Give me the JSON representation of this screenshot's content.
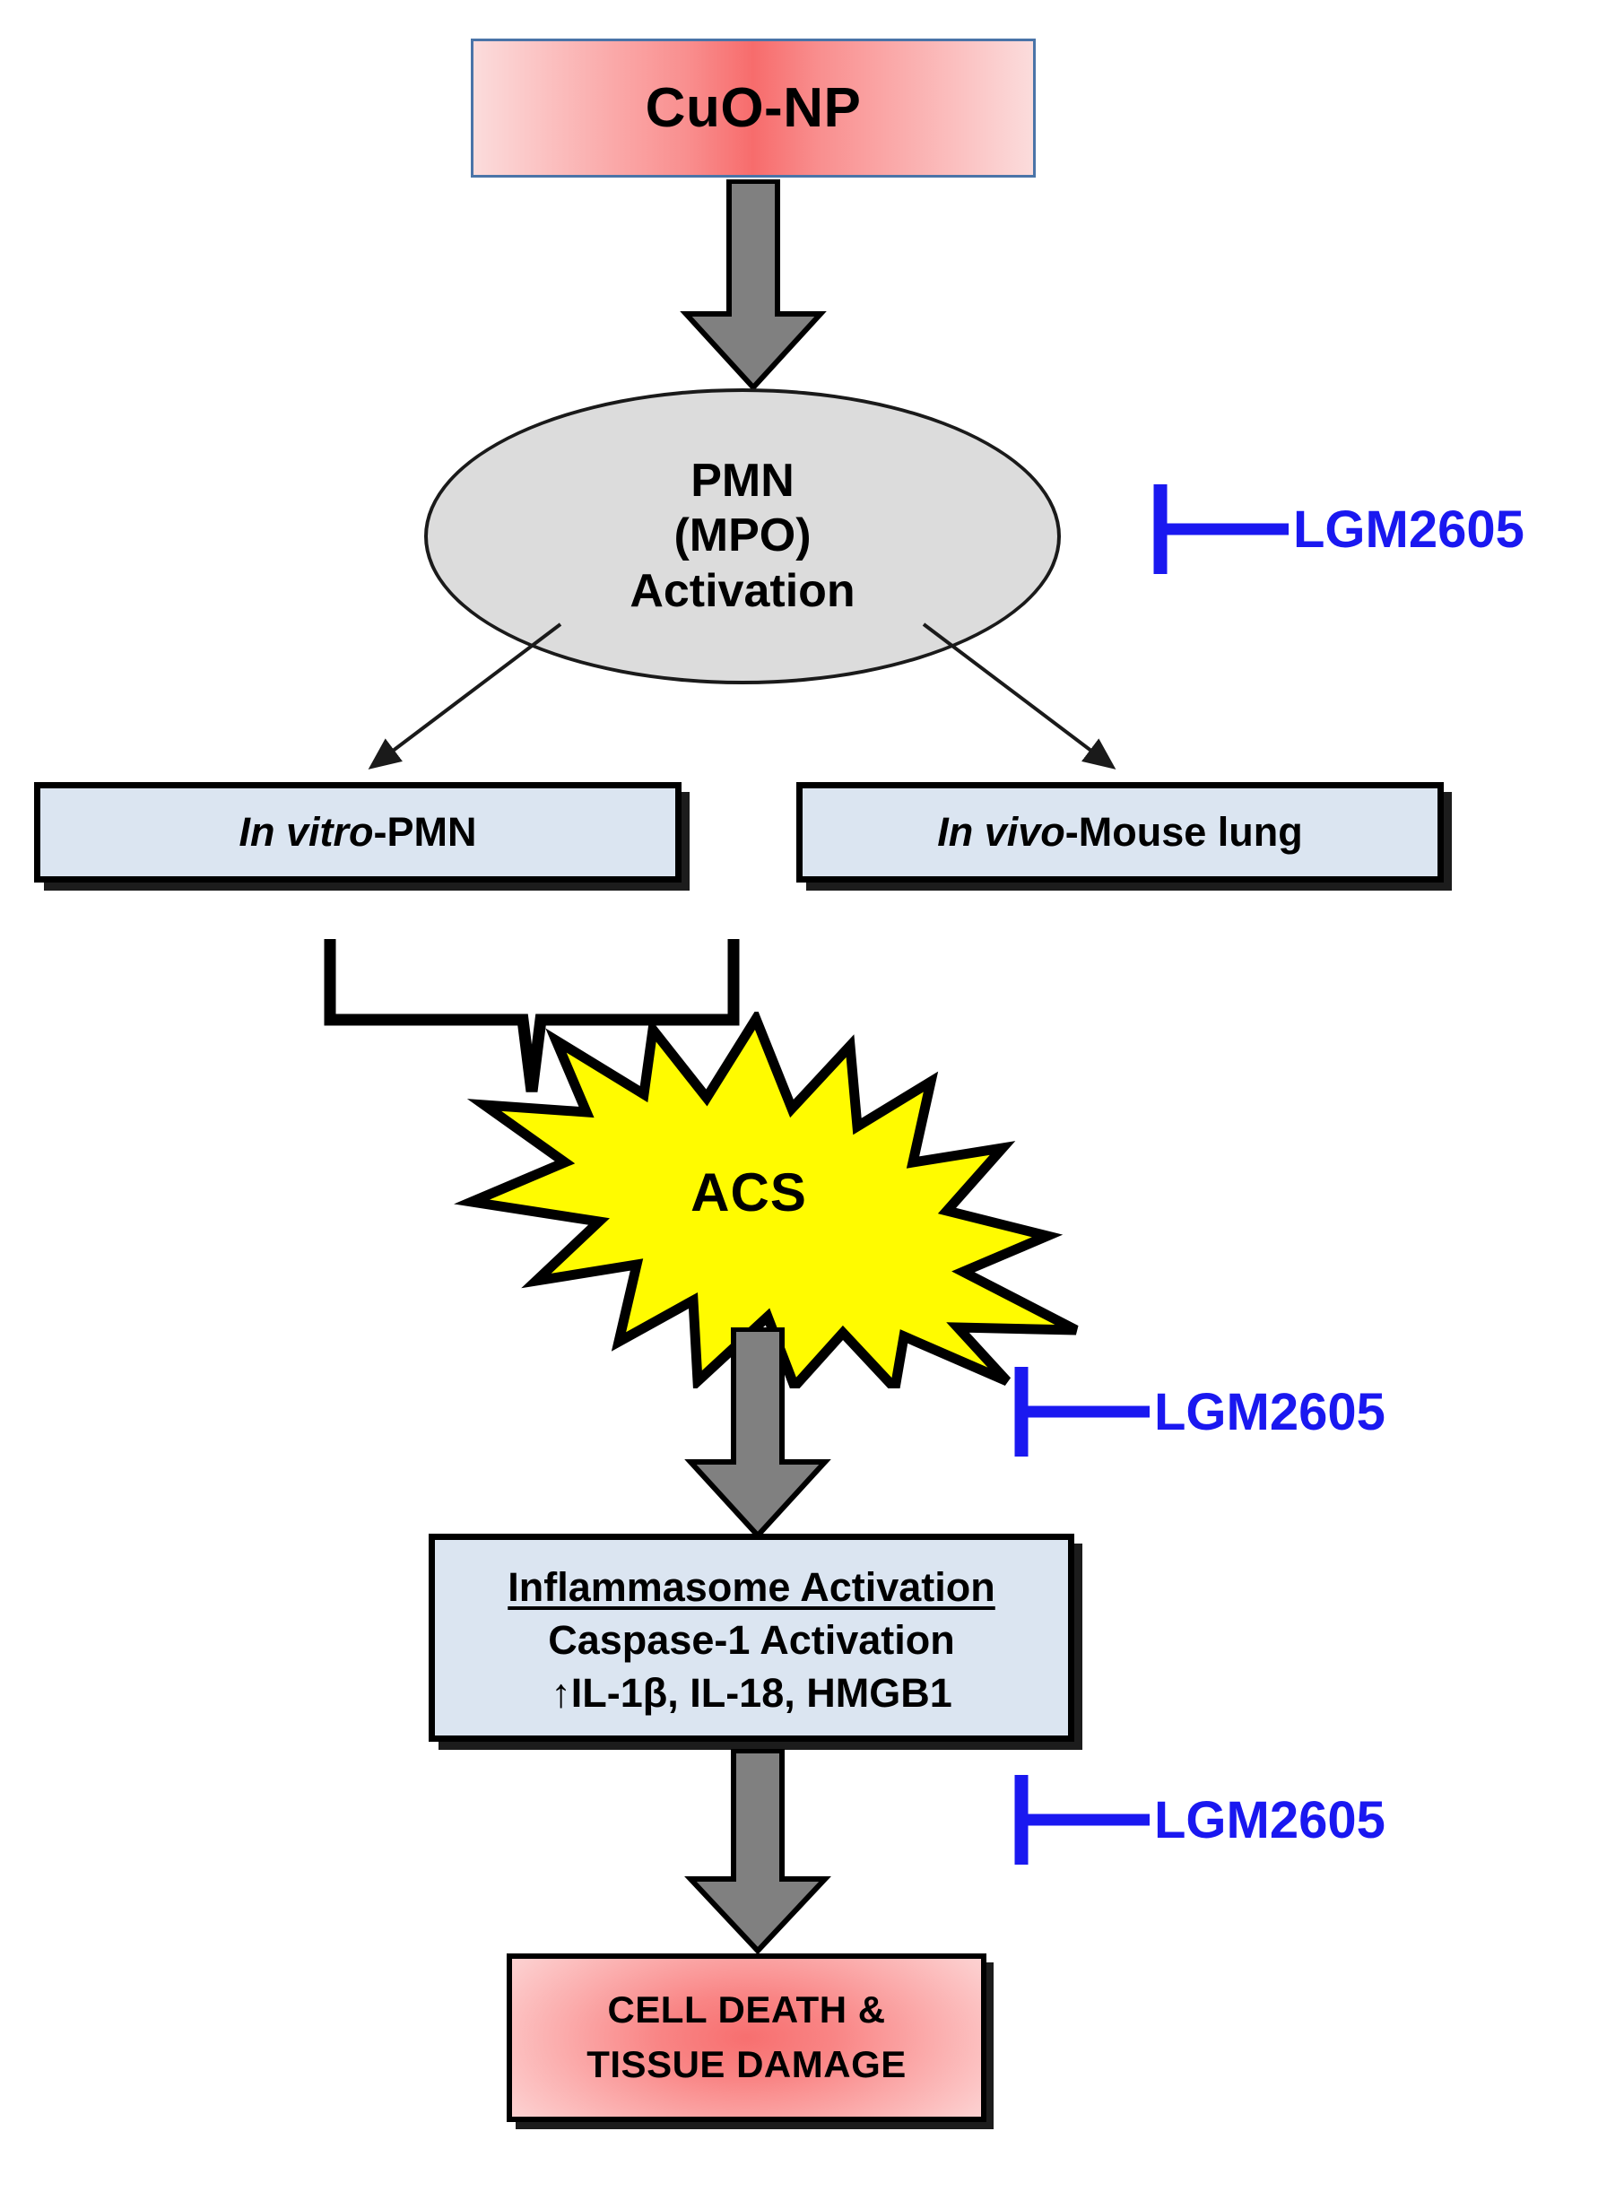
{
  "diagram": {
    "title": "CuO-NP induced PMN/MPO activation pathway leading to inflammasome activation and cell death, inhibited by LGM2605",
    "nodes": {
      "cuonp": {
        "label": "CuO-NP"
      },
      "pmn": {
        "line1": "PMN",
        "line2": "(MPO)",
        "line3": "Activation"
      },
      "in_vitro": {
        "italic": "In vitro",
        "rest": "-PMN"
      },
      "in_vivo": {
        "italic": "In vivo",
        "rest": "-Mouse lung"
      },
      "acs": {
        "label": "ACS"
      },
      "inflammasome": {
        "header": "Inflammasome Activation",
        "line2": "Caspase-1 Activation",
        "line3": "↑IL-1β, IL-18, HMGB1"
      },
      "cell_death": {
        "line1": "CELL DEATH &",
        "line2": "TISSUE DAMAGE"
      }
    },
    "inhibitors": [
      {
        "label": "LGM2605",
        "target": "PMN (MPO) Activation"
      },
      {
        "label": "LGM2605",
        "target": "Inflammasome Activation"
      },
      {
        "label": "LGM2605",
        "target": "Cell Death & Tissue Damage"
      }
    ],
    "colors": {
      "inhibitor_blue": "#1a18f0",
      "burst_yellow": "#fffb00",
      "study_box_blue": "#dbe5f1",
      "ellipse_gray": "#dcdcdc",
      "arrow_gray": "#808080",
      "cuonp_border": "#4a74a8",
      "outline_black": "#000000"
    },
    "icons": {
      "down_block_arrow": "down-block-arrow-icon",
      "thin_arrow": "thin-arrow-icon",
      "brace": "brace-icon",
      "starburst": "starburst-icon",
      "inhibition_tee": "inhibition-tee-icon",
      "up_arrow_glyph": "↑"
    }
  }
}
